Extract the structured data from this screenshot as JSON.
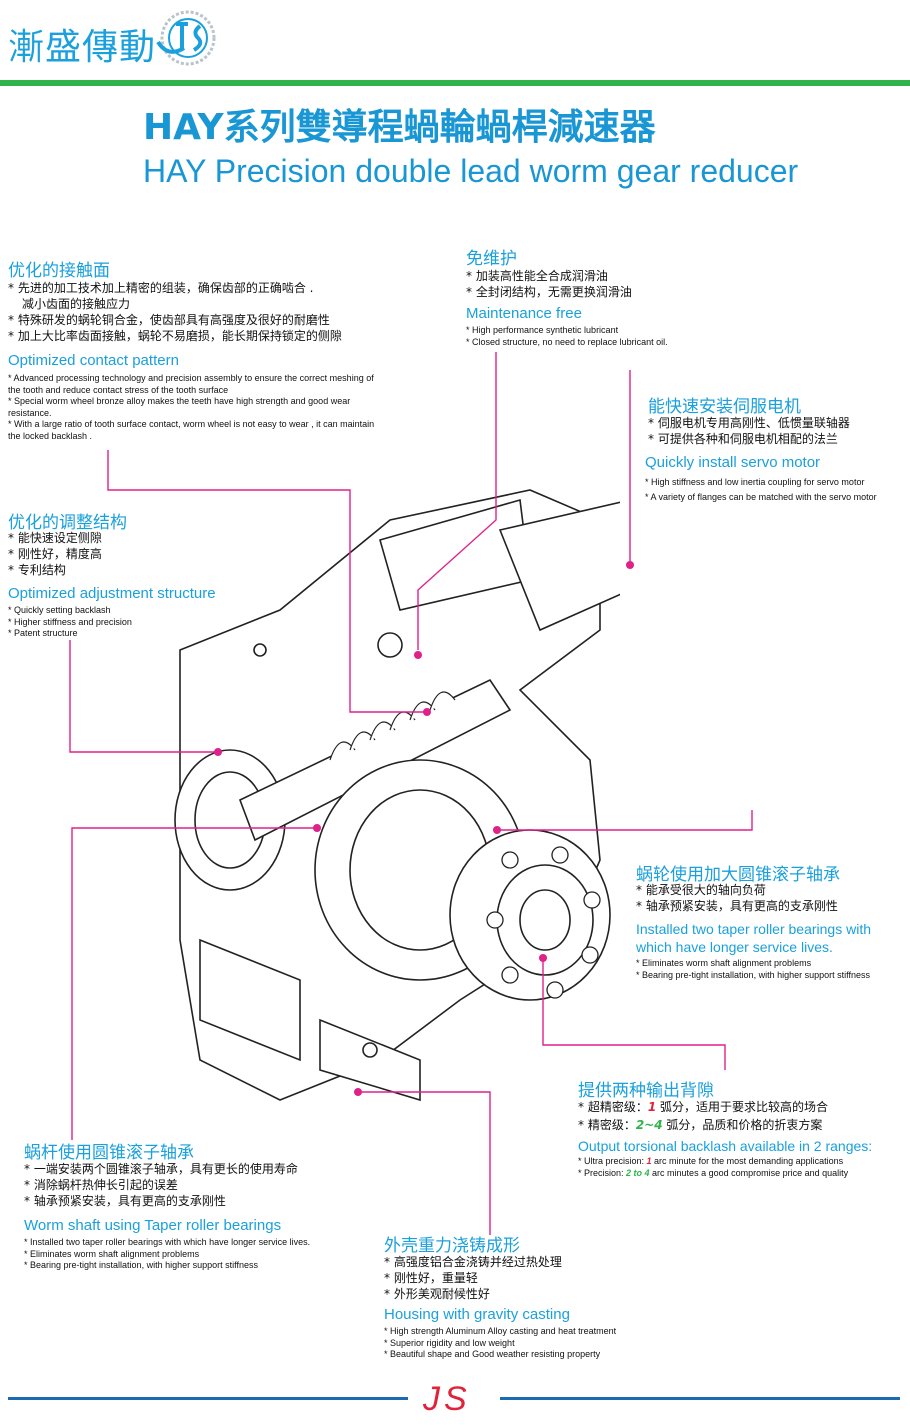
{
  "header": {
    "brand": "漸盛傳動",
    "title_cn": "HAY系列雙導程蝸輪蝸桿減速器",
    "title_en": "HAY  Precision double lead worm gear reducer"
  },
  "sections": {
    "contact": {
      "title_cn": "优化的接触面",
      "cn_lines": [
        "* 先进的加工技术加上精密的组装，确保齿部的正确啮合 .",
        "减小齿面的接触应力",
        "* 特殊研发的蜗轮铜合金，使齿部具有高强度及很好的耐磨性",
        "* 加上大比率齿面接触，蜗轮不易磨损，能长期保持锁定的侧隙"
      ],
      "title_en": "Optimized contact pattern",
      "en_lines": [
        "* Advanced processing technology and precision assembly to ensure the correct meshing of the tooth and reduce  contact stress of the tooth surface",
        "* Special worm wheel bronze alloy makes the teeth have high strength and good wear resistance.",
        "* With a large ratio of tooth surface contact, worm wheel is not easy to wear , it can maintain the locked backlash ."
      ]
    },
    "maintenance": {
      "title_cn": "免维护",
      "cn_lines": [
        "* 加装高性能全合成润滑油",
        "* 全封闭结构，无需更换润滑油"
      ],
      "title_en": "Maintenance free",
      "en_lines": [
        "* High performance synthetic lubricant",
        "* Closed structure, no need to replace lubricant oil."
      ]
    },
    "servo": {
      "title_cn": "能快速安装伺服电机",
      "cn_lines": [
        "* 伺服电机专用高刚性、低惯量联轴器",
        "* 可提供各种和伺服电机相配的法兰"
      ],
      "title_en": "Quickly install servo motor",
      "en_lines": [
        "* High stiffness and low inertia coupling for servo motor",
        "* A variety of flanges can be matched with the servo motor"
      ]
    },
    "adjustment": {
      "title_cn": "优化的调整结构",
      "cn_lines": [
        "* 能快速设定侧隙",
        "* 刚性好，精度高",
        "* 专利结构"
      ],
      "title_en": "Optimized adjustment structure",
      "en_lines": [
        "* Quickly setting backlash",
        "* Higher stiffness and precision",
        "* Patent structure"
      ]
    },
    "wheel_bearing": {
      "title_cn": "蜗轮使用加大圆锥滚子轴承",
      "cn_lines": [
        "* 能承受很大的轴向负荷",
        "* 轴承预紧安装，具有更高的支承刚性"
      ],
      "title_en_1": "Installed two taper roller bearings with",
      "title_en_2": "which have longer service lives.",
      "en_lines": [
        "* Eliminates worm shaft alignment problems",
        "* Bearing pre-tight installation, with higher support stiffness"
      ]
    },
    "backlash": {
      "title_cn": "提供两种输出背隙",
      "cn_1_pre": "* 超精密级：",
      "cn_1_hl": "1",
      "cn_1_post": " 弧分，适用于要求比较高的场合",
      "cn_2_pre": "* 精密级：",
      "cn_2_hl": "2~4",
      "cn_2_post": " 弧分，品质和价格的折衷方案",
      "title_en": "Output torsional backlash available in 2 ranges:",
      "en_1_pre": "* Ultra precision: ",
      "en_1_hl": "1",
      "en_1_post": " arc minute for the most demanding applications",
      "en_2_pre": "* Precision: ",
      "en_2_hl": "2 to 4",
      "en_2_post": " arc minutes a good compromise price and quality"
    },
    "worm_bearing": {
      "title_cn": "蜗杆使用圆锥滚子轴承",
      "cn_lines": [
        "* 一端安装两个圆锥滚子轴承，具有更长的使用寿命",
        "* 消除蜗杆热伸长引起的误差",
        "* 轴承预紧安装，具有更高的支承刚性"
      ],
      "title_en": "Worm shaft using Taper roller bearings",
      "en_lines": [
        "* Installed two taper roller bearings with which have longer service lives.",
        "* Eliminates worm shaft alignment problems",
        "* Bearing pre-tight installation, with higher support stiffness"
      ]
    },
    "casting": {
      "title_cn": "外壳重力浇铸成形",
      "cn_lines": [
        "* 高强度铝合金浇铸并经过热处理",
        "* 刚性好，重量轻",
        "* 外形美观耐候性好"
      ],
      "title_en": "Housing with gravity casting",
      "en_lines": [
        "* High strength Aluminum Alloy casting and heat treatment",
        "* Superior rigidity and low weight",
        "* Beautiful shape and Good weather resisting property"
      ]
    }
  },
  "footer": {
    "logo_text": "JS"
  },
  "colors": {
    "accent_blue": "#1aa0dc",
    "leader_magenta": "#e0218a",
    "brand_green": "#2fb34a",
    "footer_red": "#e0223a"
  }
}
